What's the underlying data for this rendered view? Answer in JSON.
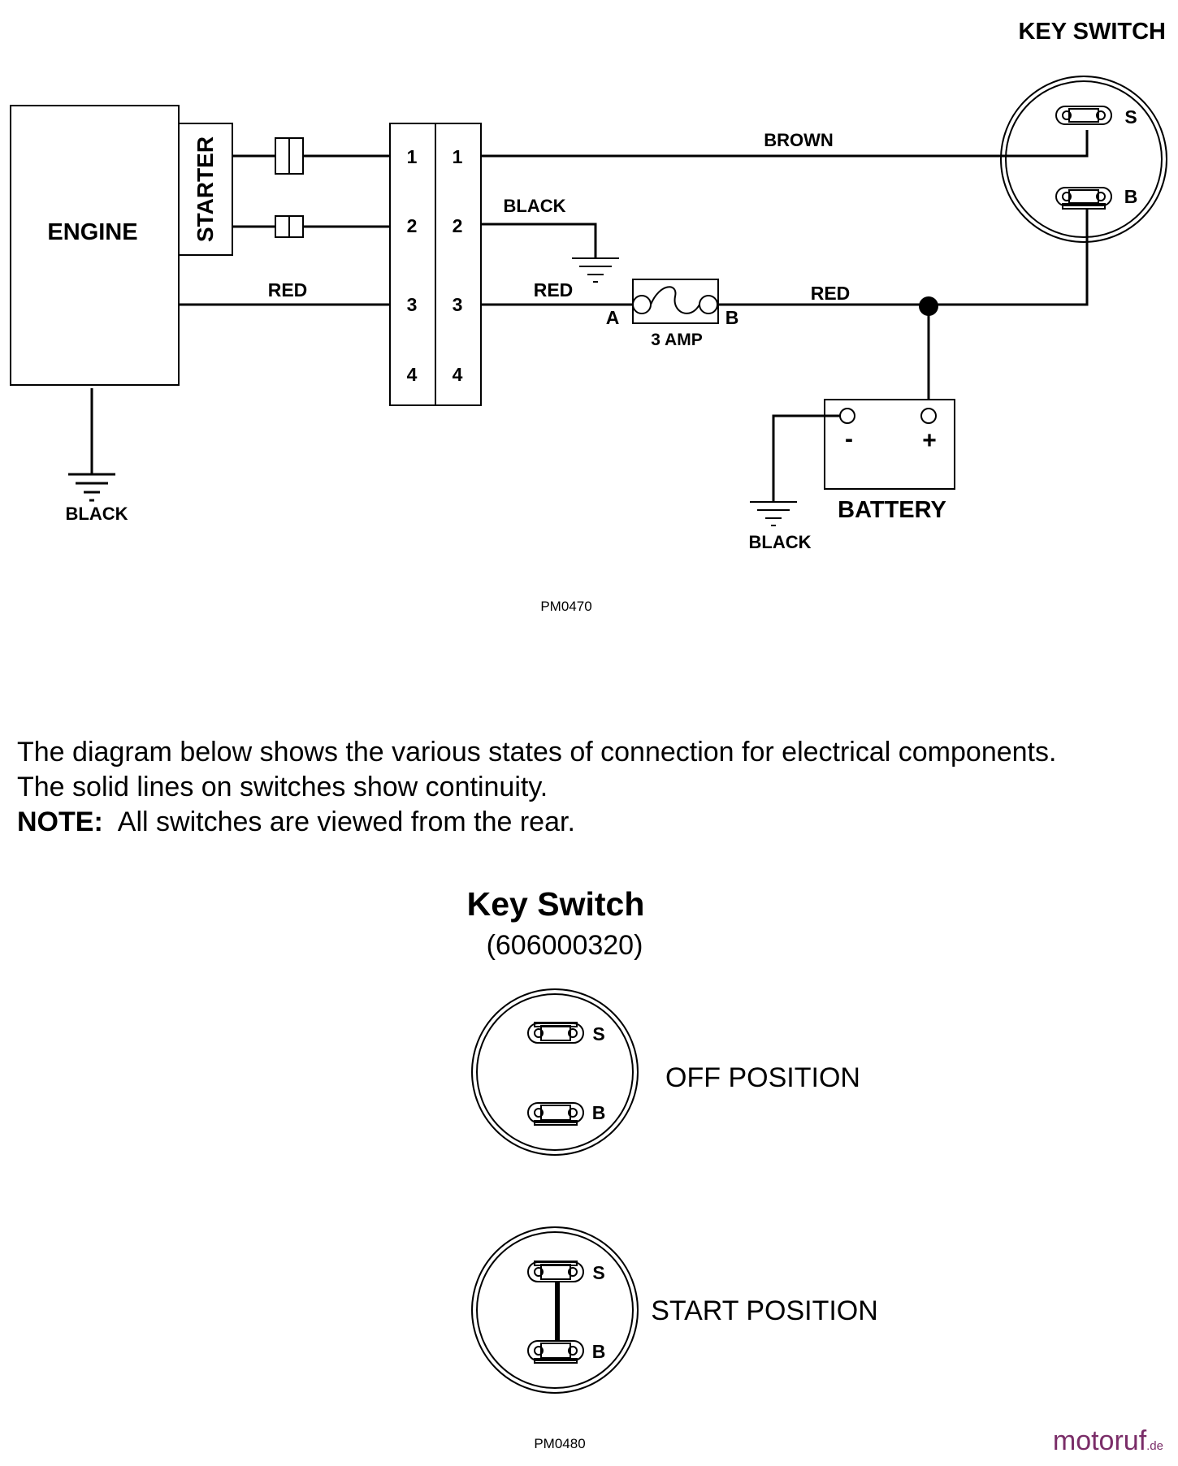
{
  "wiring": {
    "key_switch_title": "KEY SWITCH",
    "engine_label": "ENGINE",
    "starter_label": "STARTER",
    "terminal_s": "S",
    "terminal_b": "B",
    "wire_brown": "BROWN",
    "wire_black": "BLACK",
    "wire_red_engine": "RED",
    "wire_red_fuse_in": "RED",
    "wire_red_fuse_out": "RED",
    "fuse_a": "A",
    "fuse_b": "B",
    "fuse_rating": "3 AMP",
    "connector_left_pins": [
      "1",
      "2",
      "3",
      "4"
    ],
    "connector_right_pins": [
      "1",
      "2",
      "3",
      "4"
    ],
    "battery_label": "BATTERY",
    "battery_neg": "-",
    "battery_pos": "+",
    "ground_engine": "BLACK",
    "ground_battery": "BLACK",
    "figure_code": "PM0470"
  },
  "description": {
    "line1": "The diagram below shows the various states of connection for electrical components.",
    "line2": "The solid lines on switches show continuity.",
    "note_label": "NOTE:",
    "note_text": "All switches are viewed from the rear."
  },
  "key_switch_states": {
    "title": "Key Switch",
    "part_number": "(606000320)",
    "off_label": "OFF POSITION",
    "start_label": "START POSITION",
    "terminal_s": "S",
    "terminal_b": "B",
    "figure_code": "PM0480"
  },
  "watermark": {
    "brand": "motoruf",
    "suffix": ".de",
    "color": "#7a2d68"
  }
}
